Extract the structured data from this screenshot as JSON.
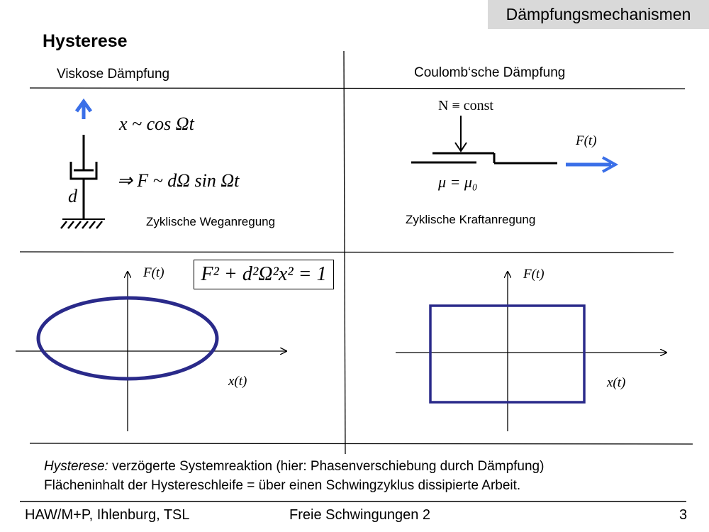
{
  "header": {
    "section": "Dämpfungsmechanismen"
  },
  "title": "Hysterese",
  "left": {
    "heading": "Viskose Dämpfung",
    "eq1": "x ~ cos Ωt",
    "eq2": "⇒ F ~ dΩ sin Ωt",
    "damper_label": "d",
    "caption": "Zyklische Weganregung",
    "plot_eq": "F² + d²Ω²x² = 1",
    "ylabel": "F(t)",
    "xlabel": "x(t)"
  },
  "right": {
    "heading": "Coulomb‘sche Dämpfung",
    "normal_force": "N ≡ const",
    "friction": "μ = μ₀",
    "force_label": "F(t)",
    "caption": "Zyklische Kraftanregung",
    "ylabel": "F(t)",
    "xlabel": "x(t)"
  },
  "notes": {
    "line1_term": "Hysterese:",
    "line1_rest": " verzögerte Systemreaktion (hier: Phasenverschiebung durch Dämpfung)",
    "line2": "Flächeninhalt der Hystereschleife = über einen Schwingzyklus dissipierte Arbeit."
  },
  "footer": {
    "left": "HAW/M+P, Ihlenburg, TSL",
    "center": "Freie Schwingungen 2",
    "page": "3"
  },
  "colors": {
    "arrow_blue": "#3a6fe8",
    "loop_navy": "#2a2a8a",
    "header_gray": "#d9d9d9"
  }
}
